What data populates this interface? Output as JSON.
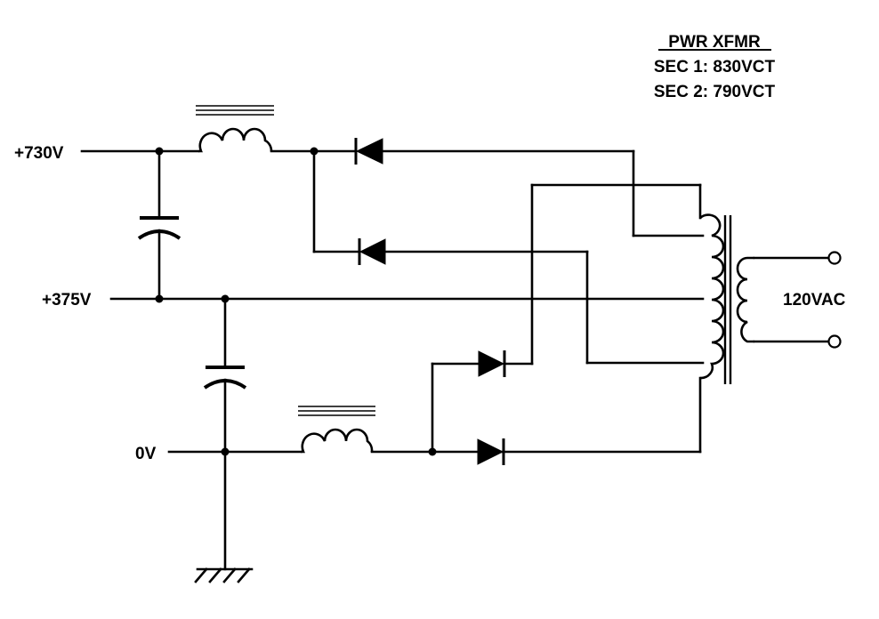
{
  "transformer_note": {
    "title": "PWR XFMR",
    "line1": "SEC 1: 830VCT",
    "line2": "SEC 2: 790VCT"
  },
  "rails": {
    "high": "+730V",
    "mid": "+375V",
    "ground": "0V"
  },
  "input": {
    "label": "120VAC"
  }
}
